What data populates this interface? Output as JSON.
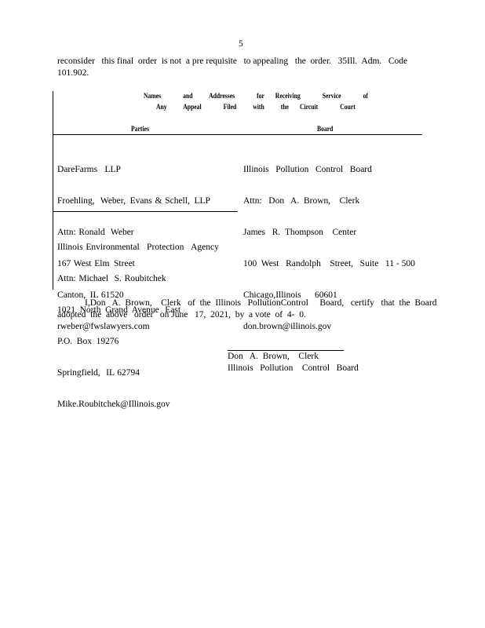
{
  "page_number": "5",
  "intro_paragraph": {
    "line1": "reconsider   this final  order  is not  a pre requisite   to appealing   the  order.   35Ill.  Adm.   Code",
    "line2": "101.902."
  },
  "service_table": {
    "heading_line1": "Names    and   Addresses    for  Receiving    Service    of",
    "heading_line2": "Any   Appeal    Filed   with   the  Circuit    Court",
    "col_parties": "Parties",
    "col_board": "Board",
    "parties": [
      {
        "lines": [
          "DareFarms     LLP",
          "Froehling,    Weber,   Evans  &  Schell,   LLP",
          "Attn:  Ronald    Weber",
          "167  West  Elm   Street",
          "Canton,   IL  61520",
          "rweber@fwslawyers.com"
        ]
      },
      {
        "lines": [
          "Illinois  Environmental     Protection     Agency",
          "Attn:  Michael    S.  Roubitchek",
          "1021   North   Grand   Avenue    East",
          "P.O.   Box   19276",
          "Springfield,    IL  62794",
          "Mike.Roubitchek@Illinois.gov"
        ]
      }
    ],
    "board": {
      "lines": [
        "Illinois   Pollution   Control   Board",
        "Attn:   Don   A.  Brown,    Clerk",
        "James   R.  Thompson    Center",
        "100  West   Randolph    Street,   Suite   11 - 500",
        "Chicago,Illinois      60601",
        "don.brown@illinois.gov"
      ]
    }
  },
  "certification": {
    "line1": "I,Don   A.  Brown,    Clerk   of  the  Illinois   PollutionControl     Board,   certify   that  the  Board",
    "line2": "adopted  the  above   order   on June   17,  2021,  by  a vote  of  4-  0."
  },
  "signature": {
    "name_line": "Don   A.  Brown,    Clerk",
    "org_line": "Illinois   Pollution    Control   Board"
  }
}
